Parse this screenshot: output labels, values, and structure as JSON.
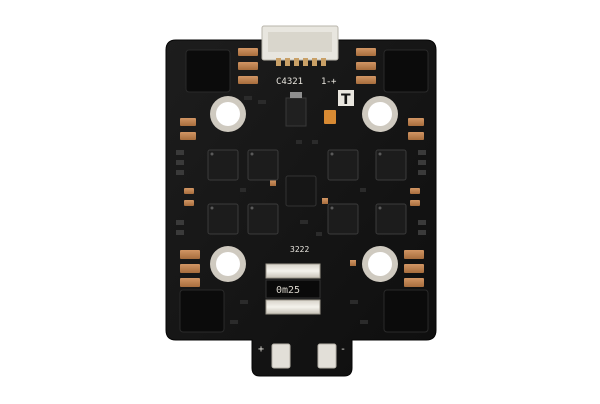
{
  "board": {
    "connector_label": "C4321",
    "connector_pins": [
      "1",
      "-",
      "+"
    ],
    "logo_mark": "T",
    "resistor_marking": "0m25",
    "chip_label": "3222",
    "pad_symbols": [
      "+",
      "-"
    ]
  },
  "colors": {
    "background": "#ffffff",
    "pcb": "#141414",
    "copper_pad": "#c0834f",
    "silkscreen": "#e9e6df",
    "connector": "#e8e6df",
    "chip": "#1c1c1c"
  }
}
